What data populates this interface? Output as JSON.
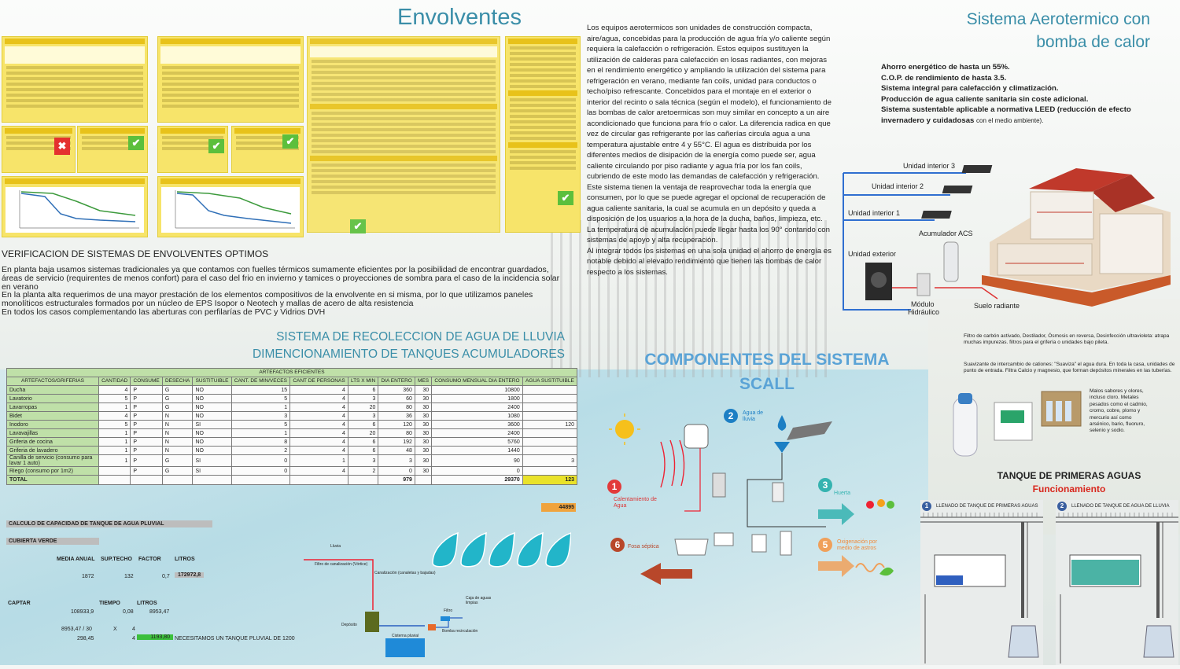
{
  "envolventes": {
    "title": "Envolventes",
    "heading": "VERIFICACION DE SISTEMAS DE ENVOLVENTES OPTIMOS",
    "paragraphs": [
      "En planta baja usamos sistemas tradicionales ya que contamos con fuelles térmicos sumamente eficientes por la posibilidad de encontrar guardados, áreas de servicio (requirentes de menos confort) para el caso del frio en invierno y tamices o proyecciones de sombra para el caso de la incidencia solar en verano",
      "En la planta alta requerimos de una mayor prestación de los elementos compositivos de la envolvente en si misma, por lo que utilizamos paneles monolíticos estructurales formados por un núcleo de EPS Isopor o Neotech y mallas de acero de alta resistencia",
      "En todos los casos complementando las aberturas con perfilarías de PVC y Vidrios DVH"
    ]
  },
  "aerotermico": {
    "title_line1": "Sistema Aerotermico con",
    "title_line2": "bomba de calor",
    "paragraphs": [
      "Los equipos aerotermicos son unidades de construcción compacta, aire/agua, concebidas para la producción de agua fría y/o caliente según requiera la calefacción o refrigeración. Estos equipos sustituyen la utilización de calderas para calefacción en losas radiantes, con mejoras en el rendimiento energético y ampliando la utilización del sistema para refrigeración en verano, mediante fan coils, unidad para conductos o techo/piso refrescante. Concebidos para el montaje en el exterior o interior del recinto o sala técnica (según el modelo), el funcionamiento de las bombas de calor aretoermicas son muy similar en concepto a un aire acondicionado que funciona para frío o calor. La diferencia radica en que vez de circular gas refrigerante por las cañerías circula agua a una temperatura ajustable entre 4 y 55°C. El agua es distribuida por los diferentes medios de disipación de la energía como puede ser, agua caliente circulando por piso radiante y agua fría por los fan coils, cubriendo de este modo las demandas de calefacción y refrigeración.",
      "Este sistema tienen la ventaja de reaprovechar toda la energía que consumen, por lo que se puede agregar el opcional de recuperación de agua caliente sanitaria, la cual se acumula en un depósito y queda a disposición de los usuarios a la hora de la ducha, baños, limpieza, etc. La temperatura de acumulación puede llegar hasta los 90° contando con sistemas de apoyo y alta recuperación.",
      "Al integrar todos los sistemas en una sola unidad el ahorro de energía es notable debido al elevado rendimiento que tienen las bombas de calor respecto a los sistemas."
    ],
    "benefits": [
      "Ahorro energético de hasta un 55%.",
      "C.O.P. de rendimiento de hasta 3.5.",
      "Sistema integral para calefacción y climatización.",
      "Producción de agua caliente sanitaria sin coste adicional.",
      "Sistema sustentable aplicable a normativa LEED (reducción de efecto invernadero y cuidadosas"
    ],
    "benefit_tail": "con el medio ambiente).",
    "diagram_labels": {
      "u3": "Unidad interior 3",
      "u2": "Unidad interior 2",
      "u1": "Unidad interior 1",
      "acs": "Acumulador ACS",
      "ext": "Unidad exterior",
      "mod1": "Módulo",
      "mod2": "Hidráulico",
      "suelo": "Suelo radiante"
    }
  },
  "lluvia": {
    "title_line1": "SISTEMA DE RECOLECCION DE AGUA DE LLUVIA",
    "title_line2": "DIMENCIONAMIENTO DE TANQUES ACUMULADORES",
    "table_super": "ARTEFACTOS EFICIENTES",
    "headers": [
      "ARTEFACTOS/GRIFERIAS",
      "CANTIDAD",
      "CONSUME",
      "DESECHA",
      "SUSTITUIBLE",
      "CANT. DE MIN/VECES",
      "CANT DE PERSONAS",
      "LTS X MIN",
      "DIA ENTERO",
      "MES",
      "CONSUMO MENSUAL DIA ENTERO",
      "AGUA SUSTITUIBLE"
    ],
    "rows": [
      [
        "Ducha",
        "4",
        "P",
        "G",
        "NO",
        "15",
        "4",
        "6",
        "360",
        "30",
        "10800",
        ""
      ],
      [
        "Lavatorio",
        "5",
        "P",
        "G",
        "NO",
        "5",
        "4",
        "3",
        "60",
        "30",
        "1800",
        ""
      ],
      [
        "Lavarropas",
        "1",
        "P",
        "G",
        "NO",
        "1",
        "4",
        "20",
        "80",
        "30",
        "2400",
        ""
      ],
      [
        "Bidet",
        "4",
        "P",
        "N",
        "NO",
        "3",
        "4",
        "3",
        "36",
        "30",
        "1080",
        ""
      ],
      [
        "Inodoro",
        "5",
        "P",
        "N",
        "SI",
        "5",
        "4",
        "6",
        "120",
        "30",
        "3600",
        "120"
      ],
      [
        "Lavavajillas",
        "1",
        "P",
        "N",
        "NO",
        "1",
        "4",
        "20",
        "80",
        "30",
        "2400",
        ""
      ],
      [
        "Griferia de cocina",
        "1",
        "P",
        "N",
        "NO",
        "8",
        "4",
        "6",
        "192",
        "30",
        "5760",
        ""
      ],
      [
        "Griferia de lavadero",
        "1",
        "P",
        "N",
        "NO",
        "2",
        "4",
        "6",
        "48",
        "30",
        "1440",
        ""
      ],
      [
        "Canilla de servicio (consumo para lavar 1 auto)",
        "1",
        "P",
        "G",
        "SI",
        "0",
        "1",
        "3",
        "3",
        "30",
        "90",
        "3"
      ],
      [
        "Riego (consumo por 1m2)",
        "",
        "P",
        "G",
        "SI",
        "0",
        "4",
        "2",
        "0",
        "30",
        "0",
        ""
      ]
    ],
    "total": {
      "label": "TOTAL",
      "dia": "979",
      "consumo": "29370",
      "sust": "123",
      "extra": "44895"
    },
    "calc_title": "CALCULO DE CAPACIDAD DE TANQUE DE AGUA PLUVIAL",
    "cubierta": "CUBIERTA VERDE",
    "calc_headers": [
      "MEDIA ANUAL",
      "SUP.TECHO",
      "FACTOR",
      "LITROS"
    ],
    "calc_values": [
      "1872",
      "132",
      "0,7",
      "172972,8"
    ],
    "captar_headers": [
      "CAPTAR",
      "TIEMPO",
      "LITROS"
    ],
    "captar_values": [
      "108933,9",
      "0,08",
      "8953,47"
    ],
    "div_line1": [
      "8953,47 / 30",
      "X",
      "4"
    ],
    "div_line2": [
      "298,45",
      "4",
      "1193,80"
    ],
    "conclusion": "NECESITAMOS UN TANQUE PLUVIAL DE 1200",
    "schema_labels": [
      "Lluvia",
      "Filtro de canalización (Vórtice)",
      "Canalización (canaletas y bajadas)",
      "Caja de aguas limpias",
      "Filtro",
      "Bomba recirculación",
      "Cisterna pluvial",
      "Depósito"
    ]
  },
  "scall": {
    "title_line1": "COMPONENTES DEL SISTEMA",
    "title_line2": "SCALL",
    "steps": [
      {
        "n": "1",
        "label": "Calentamiento de Agua"
      },
      {
        "n": "2",
        "label": "Agua de lluvia"
      },
      {
        "n": "3",
        "label": "Huerta"
      },
      {
        "n": "5",
        "label": "Oxigenación por medio de astros"
      },
      {
        "n": "6",
        "label": "Fosa séptica"
      }
    ]
  },
  "tratamiento": {
    "filtro": "Filtro de carbón activado, Destilador, Ósmosis en reversa, Desinfección ultravioleta: atrapa muchas impurezas. filtros para el grifería o unidades bajo pileta.",
    "suavizante": "Suavizante de intercambio de cationes: \"Suaviza\" el agua dura. En toda la casa, unidades de punto de entrada. Filtra Calcio y magnesio, que forman depósitos minerales en las tuberías.",
    "sabores": "Malos sabores y olores, incluso cloro. Metales pesados como el cadmio, cromo, cobre, plomo y mercurio así como arsénico, bario, fluoruro, selenio y sodio.",
    "tank_title": "TANQUE DE PRIMERAS AGUAS",
    "tank_sub": "Funcionamiento",
    "panel1": "LLENADO DE TANQUE DE PRIMERAS AGUAS",
    "panel2": "LLENADO DE TANQUE DE AGUA DE LLUVIA",
    "panel1_num": "1",
    "panel2_num": "2"
  },
  "colors": {
    "teal_title": "#3a8ea8",
    "scall_title": "#5aa3d6",
    "sheet_yellow": "#f7e46a",
    "table_green": "#bfe0a8",
    "alert_red": "#d8261c"
  }
}
